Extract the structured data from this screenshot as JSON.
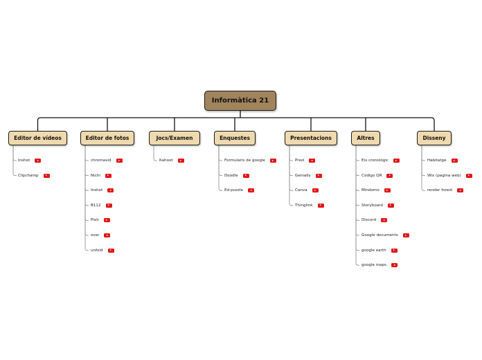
{
  "root": {
    "label": "Informàtica 21"
  },
  "categories": [
    {
      "label": "Editor de vídeos",
      "items": [
        "Inshot",
        "Clipchamp"
      ]
    },
    {
      "label": "Editor de fotos",
      "items": [
        "chromavid",
        "Nichi",
        "Inshot",
        "B112",
        "Pixlr",
        "over",
        "unfold"
      ]
    },
    {
      "label": "Jocs/Examen",
      "items": [
        "Kahoot"
      ]
    },
    {
      "label": "Enquestes",
      "items": [
        "Formularis de google",
        "Doodle",
        "Ed-puzzle"
      ]
    },
    {
      "label": "Presentacions",
      "items": [
        "Prezi",
        "Genially",
        "Canva",
        "Thinglink"
      ]
    },
    {
      "label": "Altres",
      "items": [
        "Eix cronològic",
        "Código QR",
        "Mindomo",
        "Storyboard",
        "Discord",
        "Google documents",
        "google earth",
        "google maps"
      ]
    },
    {
      "label": "Disseny",
      "items": [
        "Habitatge",
        "Wix (pagina web)",
        "render forest"
      ]
    }
  ],
  "colors": {
    "root_fill": "#a0845c",
    "category_fill": "#efd9ae",
    "link_icon": "#e01818"
  },
  "icons": {
    "leaf_link": "youtube-play-icon"
  }
}
